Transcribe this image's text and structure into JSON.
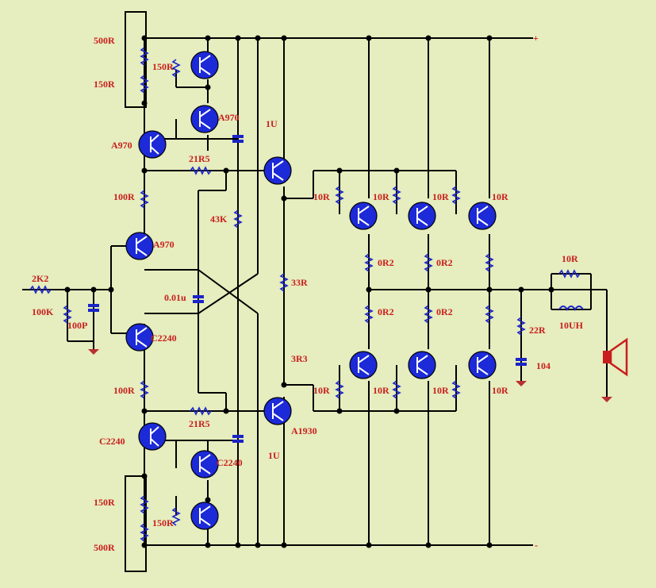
{
  "colors": {
    "background": "#e6edbe",
    "wire": "#000000",
    "component": "#1c2ad8",
    "label": "#c81e1e"
  },
  "labels": {
    "r500_top": "500R",
    "r150_top_left": "150R",
    "r150_top_mid": "150R",
    "q_a970_top": "A970",
    "q_a970_mid": "A970",
    "q_a970_left": "A970",
    "r21r5_top": "21R5",
    "r100_top": "100R",
    "r43k": "43K",
    "c1u_top": "1U",
    "r2k2": "2K2",
    "r100k": "100K",
    "c100p": "100P",
    "c001": "0.01u",
    "r33": "33R",
    "q_c2240_in": "C2240",
    "r100_bot": "100R",
    "r3r3": "3R3",
    "r21r5_bot": "21R5",
    "q_a1930": "A1930",
    "c1u_bot": "1U",
    "q_c2240_left": "C2240",
    "q_c2240_mid": "C2240",
    "r150_bot_left": "150R",
    "r150_bot_mid": "150R",
    "r500_bot": "500R",
    "r10_top_1": "10R",
    "r10_top_2": "10R",
    "r10_top_3": "10R",
    "r10_top_4": "10R",
    "r0r2_top_1": "0R2",
    "r0r2_top_2": "0R2",
    "r0r2_bot_1": "0R2",
    "r0r2_bot_2": "0R2",
    "r10_bot_1": "10R",
    "r10_bot_2": "10R",
    "r10_bot_3": "10R",
    "r10_bot_4": "10R",
    "r22": "22R",
    "c104": "104",
    "r10_out": "10R",
    "l10uh": "10UH"
  }
}
